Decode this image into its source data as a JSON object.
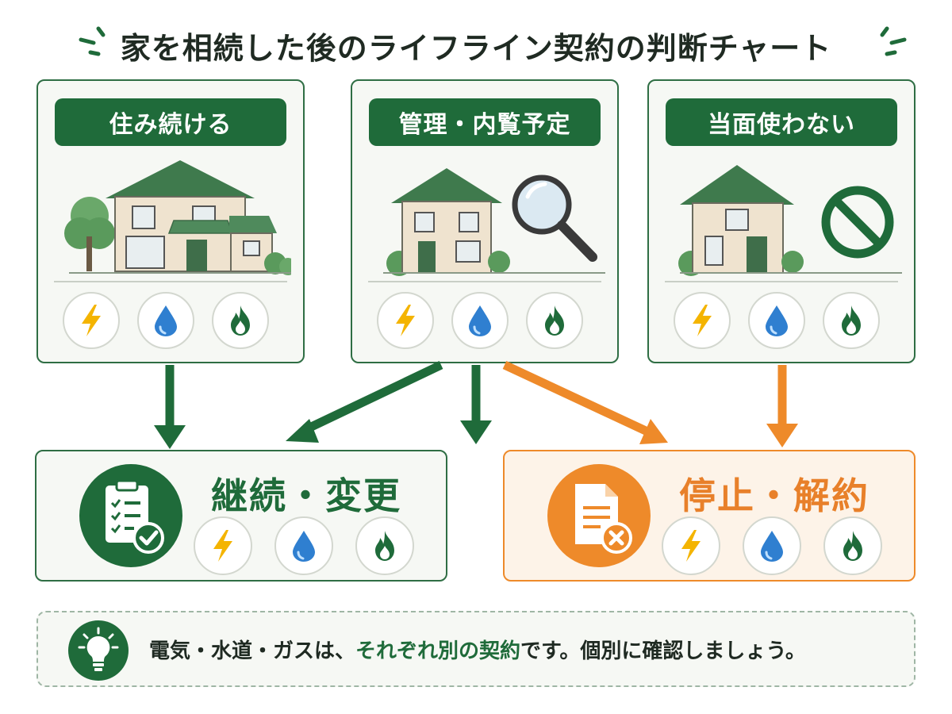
{
  "title": "家を相続した後のライフライン契約の判断チャート",
  "colors": {
    "green": "#1f6b3a",
    "orange": "#ee8a2a",
    "bolt": "#f4b400",
    "drop": "#2f7fd0"
  },
  "utility_icons": [
    "electricity-bolt-icon",
    "water-drop-icon",
    "gas-flame-icon"
  ],
  "situations": [
    {
      "label": "住み続ける",
      "illustration": "two-story-house-icon"
    },
    {
      "label": "管理・内覧予定",
      "illustration": "house-with-magnifier-icon"
    },
    {
      "label": "当面使わない",
      "illustration": "house-with-prohibited-sign-icon"
    }
  ],
  "outcomes": [
    {
      "label": "継続・変更",
      "icon": "checklist-check-icon",
      "color": "green"
    },
    {
      "label": "停止・解約",
      "icon": "document-cancel-icon",
      "color": "orange"
    }
  ],
  "tip": {
    "icon": "lightbulb-icon",
    "before": "電気・水道・ガスは、",
    "highlight": "それぞれ別の契約",
    "after": "です。個別に確認しましょう。"
  }
}
